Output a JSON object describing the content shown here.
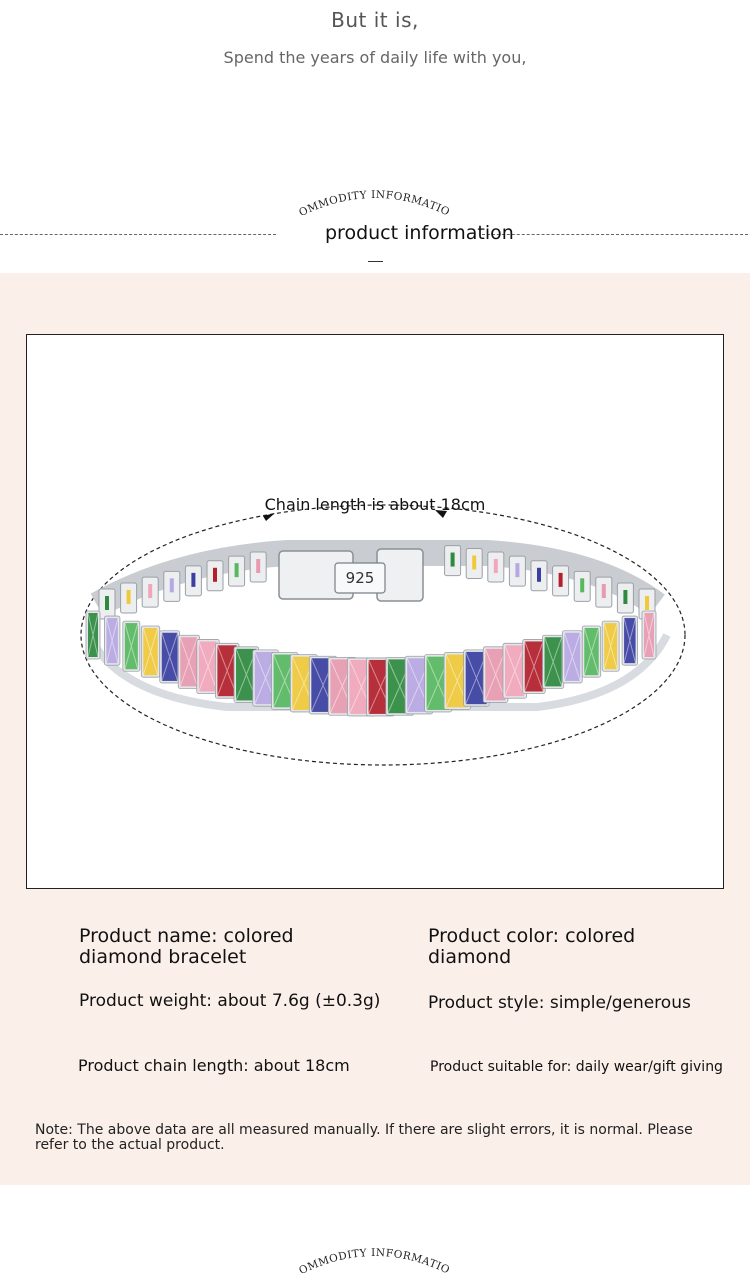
{
  "intro": {
    "title": "But it is,",
    "subtitle": "Spend the years of daily life with you,"
  },
  "section": {
    "arc_label": "COMMODITY INFORMATION",
    "title": "product information"
  },
  "photo": {
    "chain_caption": "Chain length is about 18cm",
    "clasp_stamp": "925",
    "gem_colors": [
      "#2e8b3e",
      "#f0c93a",
      "#f2a6bb",
      "#b7a8e3",
      "#3a3fa0",
      "#b3202a",
      "#58b860",
      "#e89ab0"
    ]
  },
  "specs": {
    "name": "Product name: colored diamond bracelet",
    "color": "Product color: colored diamond",
    "weight": "Product weight: about 7.6g (±0.3g)",
    "style": "Product style: simple/generous",
    "chain_length": "Product chain length: about 18cm",
    "suitable": "Product suitable for: daily wear/gift giving"
  },
  "note": "Note: The above data are all measured manually. If there are slight errors, it is normal. Please refer to the actual product.",
  "colors": {
    "band": "#fbefe9",
    "text": "#1a1a1a"
  }
}
